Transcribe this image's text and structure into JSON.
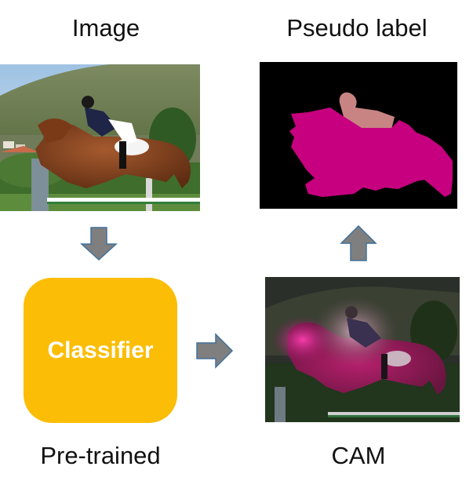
{
  "labels": {
    "image": "Image",
    "pseudo_label": "Pseudo label",
    "pretrained": "Pre-trained",
    "cam": "CAM"
  },
  "classifier": {
    "text": "Classifier",
    "color": "#FBBD05"
  },
  "colors": {
    "arrow_fill": "#7F7F7F",
    "arrow_stroke": "#41719C",
    "mask_horse": "#C6007F",
    "mask_person": "#C88482",
    "mask_background": "#000000"
  },
  "icons": {
    "down_arrow": "arrow-down-icon",
    "right_arrow": "arrow-right-icon",
    "up_arrow": "arrow-up-icon"
  }
}
